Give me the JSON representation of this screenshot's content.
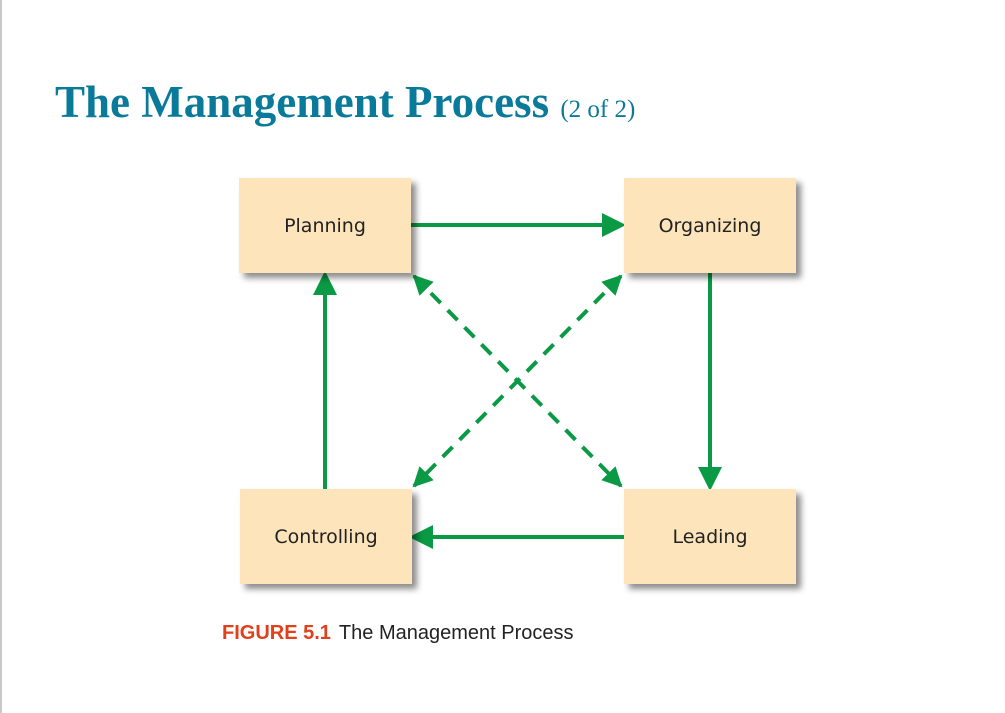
{
  "title": {
    "main": "The Management Process",
    "sub": "(2 of 2)"
  },
  "diagram": {
    "nodes": [
      "Planning",
      "Organizing",
      "Leading",
      "Controlling"
    ],
    "arrow_color": "#0a9a45",
    "edges": [
      {
        "from": "Planning",
        "to": "Organizing",
        "style": "solid"
      },
      {
        "from": "Organizing",
        "to": "Leading",
        "style": "solid"
      },
      {
        "from": "Leading",
        "to": "Controlling",
        "style": "solid"
      },
      {
        "from": "Controlling",
        "to": "Planning",
        "style": "solid"
      },
      {
        "from": "Planning",
        "to": "Leading",
        "style": "dashed",
        "bidirectional": true
      },
      {
        "from": "Organizing",
        "to": "Controlling",
        "style": "dashed",
        "bidirectional": true
      }
    ]
  },
  "caption": {
    "label": "FIGURE 5.1",
    "text": "The Management Process"
  }
}
